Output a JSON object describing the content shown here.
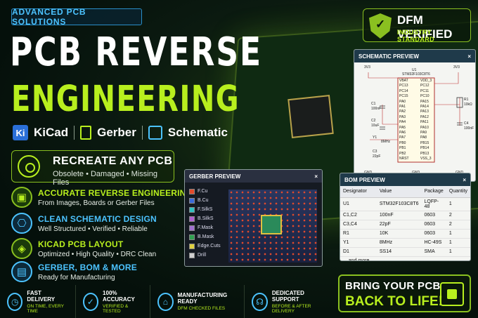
{
  "top_badge": "ADVANCED PCB SOLUTIONS",
  "title_line1": "PCB REVERSE",
  "title_line2": "ENGINEERING",
  "tools": {
    "kicad": "KiCad",
    "kicad_logo": "Ki",
    "gerber": "Gerber",
    "schematic": "Schematic"
  },
  "recreate": {
    "title": "RECREATE ANY PCB",
    "subtitle": "Obsolete • Damaged • Missing Files"
  },
  "features": [
    {
      "title": "ACCURATE REVERSE ENGINEERING",
      "desc": "From Images, Boards or Gerber Files",
      "icon": "cpu-icon"
    },
    {
      "title": "CLEAN SCHEMATIC DESIGN",
      "desc": "Well Structured • Verified • Reliable",
      "icon": "schematic-icon"
    },
    {
      "title": "KICAD PCB LAYOUT",
      "desc": "Optimized • High Quality • DRC Clean",
      "icon": "layers-icon"
    },
    {
      "title": "GERBER, BOM & MORE",
      "desc": "Ready for Manufacturing",
      "icon": "document-icon"
    }
  ],
  "bottom": [
    {
      "t1": "FAST DELIVERY",
      "t2": "ON TIME, EVERY TIME",
      "icon": "clock-icon"
    },
    {
      "t1": "100% ACCURACY",
      "t2": "VERIFIED & TESTED",
      "icon": "shield-check-icon"
    },
    {
      "t1": "MANUFACTURING READY",
      "t2": "DFM CHECKED FILES",
      "icon": "factory-icon"
    },
    {
      "t1": "DEDICATED SUPPORT",
      "t2": "BEFORE & AFTER DELIVERY",
      "icon": "headset-icon"
    }
  ],
  "dfm": {
    "title": "DFM VERIFIED",
    "subtitle": "INDUSTRY STANDARD"
  },
  "schematic_preview": {
    "title": "SCHEMATIC PREVIEW",
    "close": "×",
    "u1": "U1",
    "part": "STM32F103C8T6",
    "left_pins": [
      "VBAT",
      "PC13",
      "PC14",
      "PC15",
      "PA0",
      "PA1",
      "PA2",
      "PA3",
      "PA4",
      "PA5",
      "PA6",
      "PA7",
      "PB0",
      "PB1",
      "PB2",
      "NRST"
    ],
    "right_pins": [
      "VDD_3",
      "PC12",
      "PC11",
      "PC10",
      "PA15",
      "PA14",
      "PA13",
      "PA12",
      "PA11",
      "PA10",
      "PA9",
      "PA8",
      "PB15",
      "PB14",
      "PB13",
      "VSS_3"
    ],
    "labels": {
      "v1": "3V3",
      "v2": "3V3",
      "c1": "C1",
      "c1v": "100nF",
      "c2": "C2",
      "c2v": "10uF",
      "y1": "Y1",
      "y1v": "8MHz",
      "c3": "C3",
      "c3v": "22pF",
      "r1": "R1",
      "r1v": "10kΩ",
      "c4": "C4",
      "c4v": "100nF",
      "gnd1": "GND",
      "gnd2": "GND",
      "gnd3": "GND"
    }
  },
  "gerber_preview": {
    "title": "GERBER PREVIEW",
    "close": "×",
    "layers": [
      {
        "name": "F.Cu",
        "color": "#e04a2c"
      },
      {
        "name": "B.Cu",
        "color": "#3a6ad8"
      },
      {
        "name": "F.SilkS",
        "color": "#30c0c0"
      },
      {
        "name": "B.SilkS",
        "color": "#b060d0"
      },
      {
        "name": "F.Mask",
        "color": "#a070d0"
      },
      {
        "name": "B.Mask",
        "color": "#30a050"
      },
      {
        "name": "Edge.Cuts",
        "color": "#e0d040"
      },
      {
        "name": "Drill",
        "color": "#d0d0d0"
      }
    ]
  },
  "bom_preview": {
    "title": "BOM PREVIEW",
    "close": "×",
    "headers": [
      "Designator",
      "Value",
      "Package",
      "Quantity"
    ],
    "rows": [
      [
        "U1",
        "STM32F103C8T6",
        "LQFP-48",
        "1"
      ],
      [
        "C1,C2",
        "100nF",
        "0603",
        "2"
      ],
      [
        "C3,C4",
        "22pF",
        "0603",
        "2"
      ],
      [
        "R1",
        "10K",
        "0603",
        "1"
      ],
      [
        "Y1",
        "8MHz",
        "HC-49S",
        "1"
      ],
      [
        "D1",
        "SS14",
        "SMA",
        "1"
      ],
      [
        "... and more components",
        "",
        "",
        "..."
      ]
    ]
  },
  "cta": {
    "line1": "BRING YOUR PCB",
    "line2": "BACK TO LIFE!"
  }
}
